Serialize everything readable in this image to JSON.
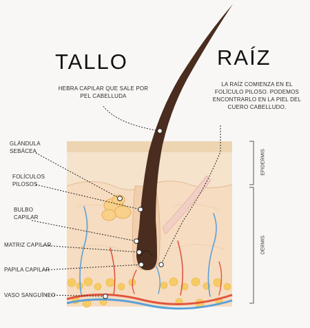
{
  "titles": {
    "stem": "TALLO",
    "root": "RAÍZ"
  },
  "descriptions": {
    "stem": [
      "HEBRA CAPILAR QUE SALE POR",
      "PEL CABELLUDA"
    ],
    "root": [
      "LA RAÍZ COMIENZA EN EL",
      "FOLÍCULO PILOSO. PODEMOS",
      "ENCONTRARLO EN LA PIEL DEL",
      "CUERO CABELLUDO."
    ]
  },
  "labels": {
    "sebaceous": [
      "GLÁNDULA",
      "SEBÁCEA"
    ],
    "follicles": [
      "FOLÍCULOS",
      "PILOSOS"
    ],
    "bulb": [
      "BULBO",
      "CAPILAR"
    ],
    "matrix": "MATRIZ CAPILAR",
    "papilla": "PAPILA CAPILAR",
    "vessel": "VASO SANGUÍNEO"
  },
  "layers": {
    "epidermis": "EPIDERMIS",
    "dermis": "DERMIS"
  },
  "colors": {
    "hair": "#4a2d1f",
    "skin_top": "#f3e0c4",
    "dermis": "#f7dcc0",
    "fat": "#f6c75c",
    "artery": "#e0553e",
    "vein": "#5aa0d8",
    "leader": "#222222"
  }
}
